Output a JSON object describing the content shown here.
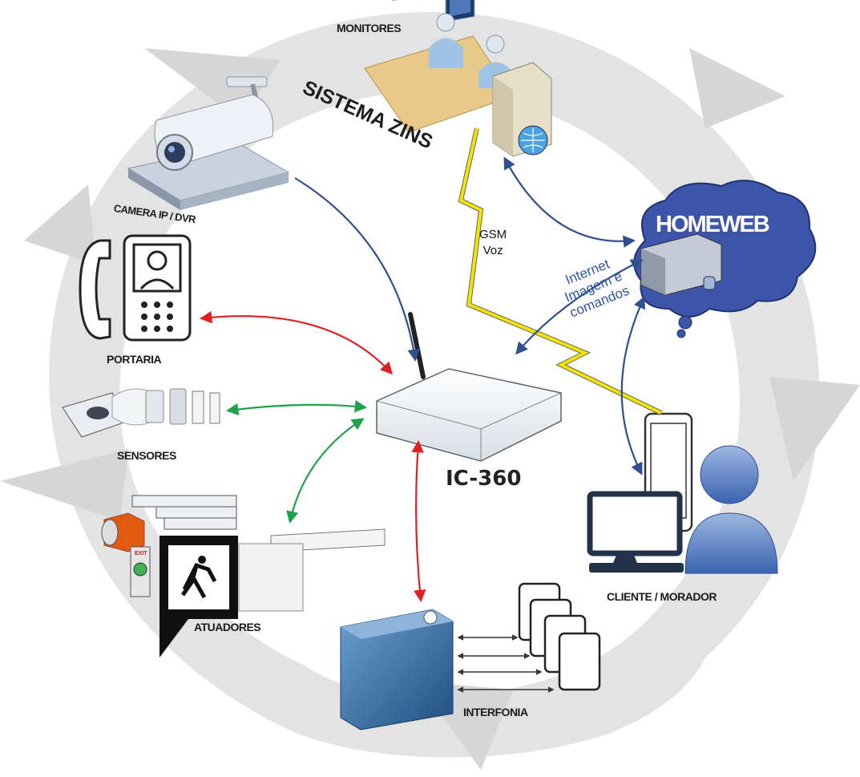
{
  "labels": {
    "monitores": "MONITORES",
    "sistema": "SISTEMA ZINS",
    "camera": "CAMERA IP / DVR",
    "portaria": "PORTARIA",
    "sensores": "SENSORES",
    "atuadores": "ATUADORES",
    "interfonia": "INTERFONIA",
    "cliente": "CLIENTE / MORADOR",
    "device": "IC-360",
    "gsm": "GSM",
    "voz": "Voz",
    "internet": "Internet",
    "imagem": "Imagem e",
    "comandos": "comandos",
    "homeweb": "HOMEWEB",
    "exit": "EXIT"
  },
  "colors": {
    "ring": "#e2e2e2",
    "blue_link": "#2f4f8f",
    "red_link": "#e02020",
    "green_link": "#1fa04a",
    "cloud": "#3d55a8",
    "gsm_bolt": "#f0e400"
  }
}
